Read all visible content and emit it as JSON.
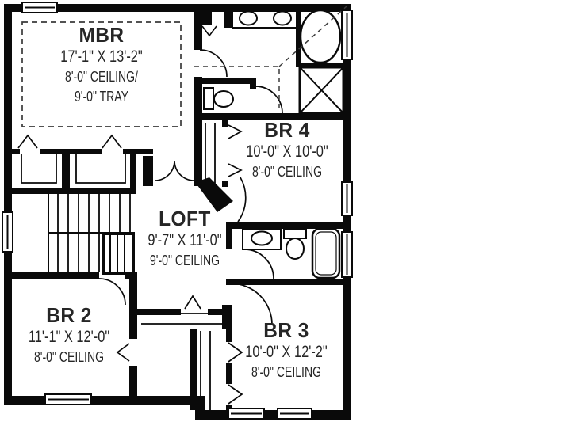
{
  "colors": {
    "background": "#ffffff",
    "wall": "#0a0a0a",
    "text": "#262626",
    "dashed_ceiling_line": "#3a3a3a"
  },
  "rooms": {
    "mbr": {
      "name": "MBR",
      "dimensions": "17'-1\" X 13'-2\"",
      "ceiling_line1": "8'-0\" CEILING/",
      "ceiling_line2": "9'-0\" TRAY"
    },
    "br4": {
      "name": "BR 4",
      "dimensions": "10'-0\" X 10'-0\"",
      "ceiling": "8'-0\" CEILING"
    },
    "loft": {
      "name": "LOFT",
      "dimensions": "9'-7\" X 11'-0\"",
      "ceiling": "9'-0\" CEILING"
    },
    "br2": {
      "name": "BR 2",
      "dimensions": "11'-1\" X 12'-0\"",
      "ceiling": "8'-0\" CEILING"
    },
    "br3": {
      "name": "BR 3",
      "dimensions": "10'-0\" X 12'-2\"",
      "ceiling": "8'-0\" CEILING"
    }
  },
  "fixtures": {
    "master_bath": [
      "double-vanity-two-sinks",
      "oval-tub",
      "shower-x-box",
      "toilet-water-closet",
      "tray-vault-dashed-lines"
    ],
    "hall_bath": [
      "vanity-sink",
      "toilet",
      "tub"
    ],
    "stairs": "staircase-two-runs-with-railing",
    "closets": [
      "mbr-walk-in-left",
      "mbr-walk-in-right",
      "br4-closet",
      "linen-closet",
      "br2-closet",
      "br3-closet"
    ],
    "window_count": 8,
    "mbr_tray_ceiling": "dashed-rectangle"
  }
}
